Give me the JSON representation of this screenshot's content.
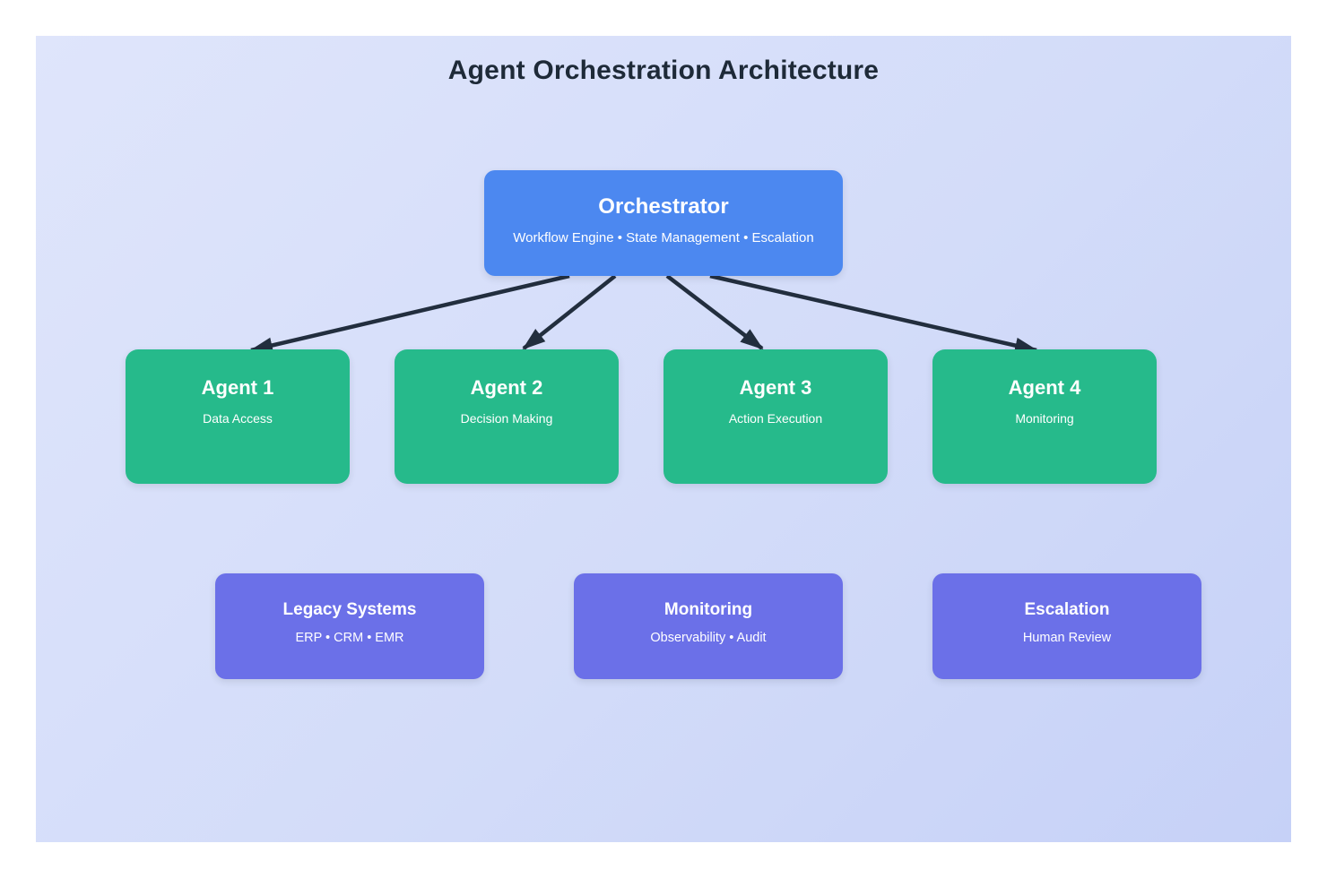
{
  "title": "Agent Orchestration Architecture",
  "orchestrator": {
    "title": "Orchestrator",
    "subtitle": "Workflow Engine • State Management • Escalation"
  },
  "agents": [
    {
      "title": "Agent 1",
      "subtitle": "Data Access"
    },
    {
      "title": "Agent 2",
      "subtitle": "Decision Making"
    },
    {
      "title": "Agent 3",
      "subtitle": "Action Execution"
    },
    {
      "title": "Agent 4",
      "subtitle": "Monitoring"
    }
  ],
  "subsystems": [
    {
      "title": "Legacy Systems",
      "subtitle": "ERP • CRM • EMR"
    },
    {
      "title": "Monitoring",
      "subtitle": "Observability • Audit"
    },
    {
      "title": "Escalation",
      "subtitle": "Human Review"
    }
  ],
  "colors": {
    "page_background": "#ffffff",
    "panel_gradient_start": "#dfe5fb",
    "panel_gradient_end": "#c6d1f7",
    "orchestrator_box": "#4c88f0",
    "agent_box": "#26ba8b",
    "subsystem_box": "#6b70e8",
    "arrow": "#222e3e",
    "title_text": "#1e2a38",
    "box_text": "#ffffff"
  }
}
